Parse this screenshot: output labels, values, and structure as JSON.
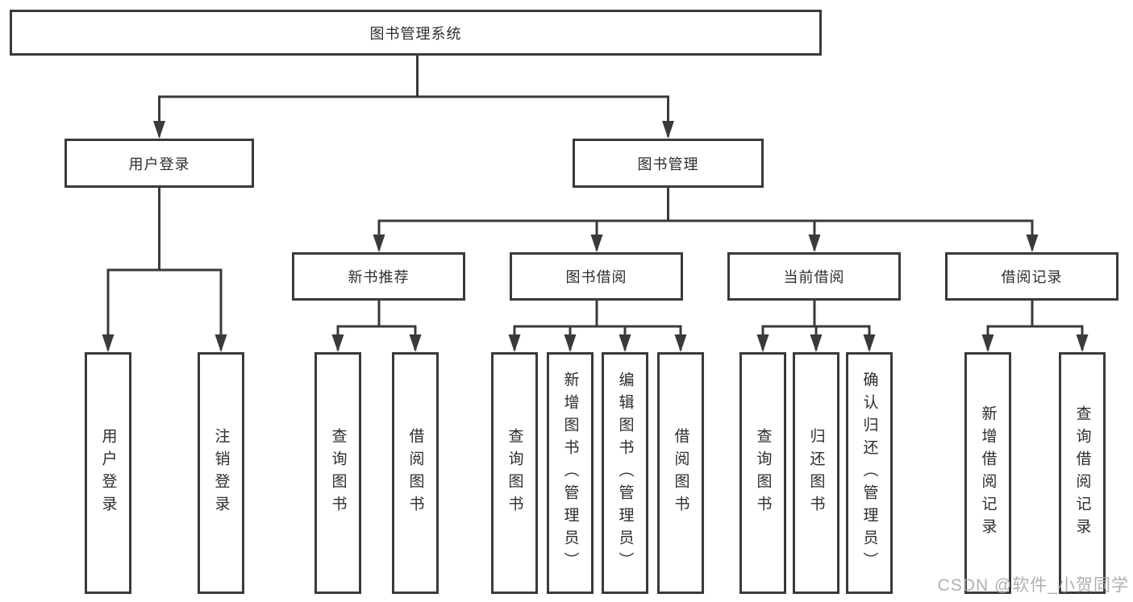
{
  "diagram": {
    "root": {
      "label": "图书管理系统"
    },
    "branches": {
      "user_login": {
        "label": "用户登录",
        "children": [
          {
            "label": "用户登录"
          },
          {
            "label": "注销登录"
          }
        ]
      },
      "book_management": {
        "label": "图书管理",
        "sections": [
          {
            "label": "新书推荐",
            "children": [
              {
                "label": "查询图书"
              },
              {
                "label": "借阅图书"
              }
            ]
          },
          {
            "label": "图书借阅",
            "children": [
              {
                "label": "查询图书"
              },
              {
                "label": "新增图书（管理员）"
              },
              {
                "label": "编辑图书（管理员）"
              },
              {
                "label": "借阅图书"
              }
            ]
          },
          {
            "label": "当前借阅",
            "children": [
              {
                "label": "查询图书"
              },
              {
                "label": "归还图书"
              },
              {
                "label": "确认归还（管理员）"
              }
            ]
          },
          {
            "label": "借阅记录",
            "children": [
              {
                "label": "新增借阅记录"
              },
              {
                "label": "查询借阅记录"
              }
            ]
          }
        ]
      }
    }
  },
  "watermark": {
    "text": "CSDN @软件_小贺同学"
  },
  "colors": {
    "line": "#3a3a3a",
    "box_border": "#3a3a3a",
    "text": "#2d2d2d",
    "background": "#ffffff",
    "watermark_text": "#aca6a6"
  }
}
